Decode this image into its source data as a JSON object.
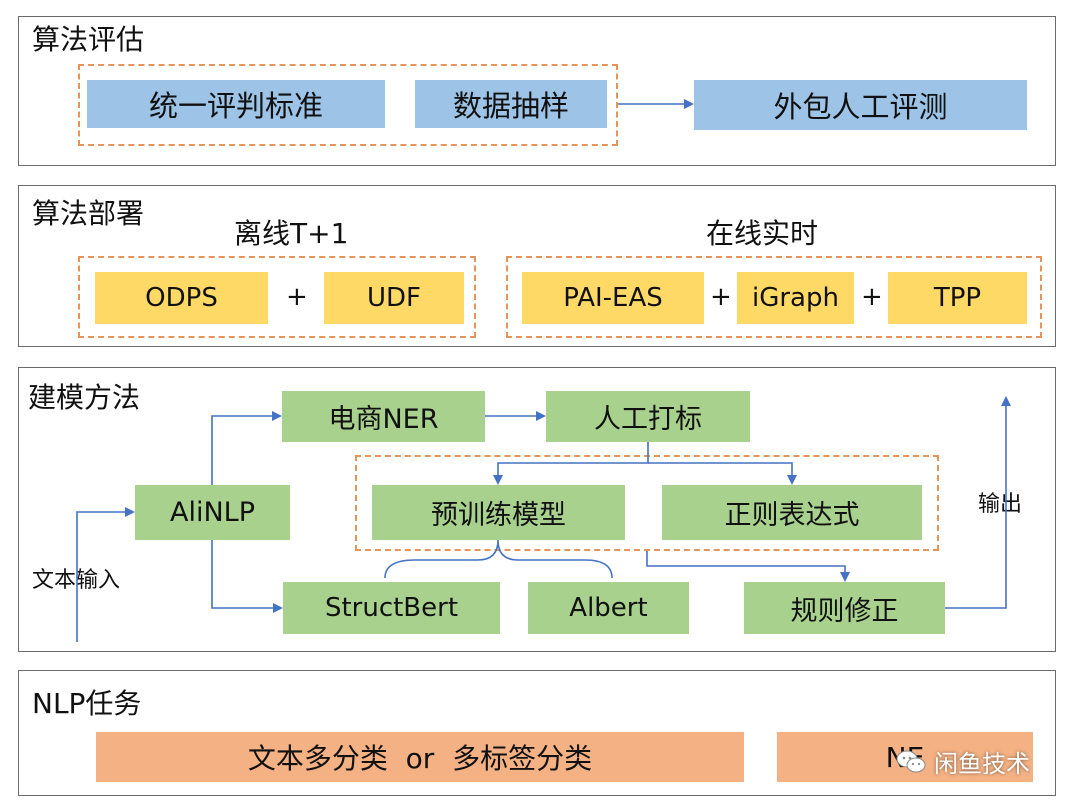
{
  "sections": {
    "evaluation": {
      "title": "算法评估",
      "boxes": [
        "统一评判标准",
        "数据抽样",
        "外包人工评测"
      ]
    },
    "deployment": {
      "title": "算法部署",
      "offline": {
        "label": "离线T+1",
        "items": [
          "ODPS",
          "UDF"
        ],
        "joiner": "+"
      },
      "online": {
        "label": "在线实时",
        "items": [
          "PAI-EAS",
          "iGraph",
          "TPP"
        ],
        "joiners": [
          "+",
          "+"
        ]
      }
    },
    "modeling": {
      "title": "建模方法",
      "input_label": "文本输入",
      "output_label": "输出",
      "nodes": {
        "alinlp": "AliNLP",
        "ecommerce_ner": "电商NER",
        "manual_label": "人工打标",
        "pretrain_model": "预训练模型",
        "regex": "正则表达式",
        "structbert": "StructBert",
        "albert": "Albert",
        "rule_fix": "规则修正"
      }
    },
    "tasks": {
      "title": "NLP任务",
      "boxes": [
        "文本多分类  or  多标签分类",
        "NE"
      ]
    }
  },
  "watermark": {
    "text": "闲鱼技术",
    "icon": "wechat-icon"
  },
  "colors": {
    "blue": "#9dc3e6",
    "yellow": "#ffd966",
    "green": "#a9d18e",
    "orange": "#f4b183",
    "dashed_border": "#e6955a",
    "arrow": "#4472c4"
  }
}
